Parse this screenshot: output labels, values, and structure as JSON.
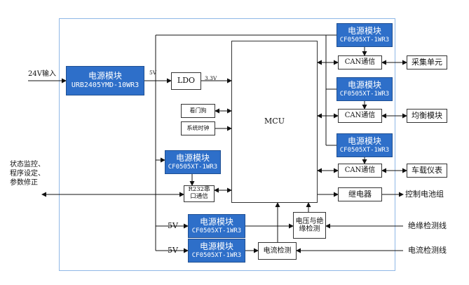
{
  "input_label": "24V输入",
  "left_label": [
    "状态监控、",
    "程序设定、",
    "参数修正"
  ],
  "pm_main": {
    "title": "电源模块",
    "model": "URB2405YMD-10WR3"
  },
  "pm_top1": {
    "title": "电源模块",
    "model": "CF0505XT-1WR3"
  },
  "pm_top2": {
    "title": "电源模块",
    "model": "CF0505XT-1WR3"
  },
  "pm_top3": {
    "title": "电源模块",
    "model": "CF0505XT-1WR3"
  },
  "pm_mid": {
    "title": "电源模块",
    "model": "CF0505XT-1WR3"
  },
  "pm_bot1": {
    "title": "电源模块",
    "model": "CF0505XT-1WR3"
  },
  "pm_bot2": {
    "title": "电源模块",
    "model": "CF0505XT-1WR3"
  },
  "label_5v_small": "5V",
  "label_5v_1": "5V",
  "label_5v_2": "5V",
  "label_33v": "3.3V",
  "ldo": "LDO",
  "watchdog": "看门狗",
  "clock": "系统时钟",
  "mcu": "MCU",
  "rs232": [
    "R232串",
    "口通信"
  ],
  "can1": "CAN通信",
  "can2": "CAN通信",
  "can3": "CAN通信",
  "relay": "继电器",
  "voltage_detect": [
    "电压与绝",
    "缘检测"
  ],
  "current_detect": "电流检测",
  "ext_collect": "采集单元",
  "ext_balance": "均衡模块",
  "ext_meter": "车载仪表",
  "ext_battery": "控制电池组",
  "ext_insulation": "绝缘检测线",
  "ext_current": "电流检测线"
}
